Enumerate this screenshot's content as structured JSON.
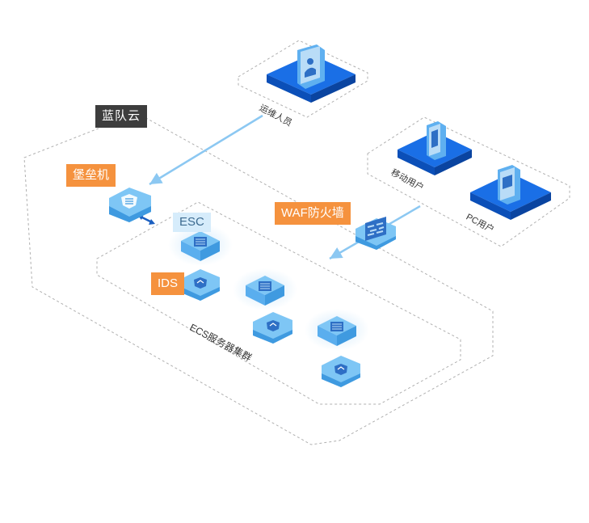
{
  "labels": {
    "cloud": "蓝队云",
    "bastion": "堡垒机",
    "esc": "ESC",
    "ids": "IDS",
    "waf": "WAF防火墙",
    "ops": "运维人员",
    "mobile": "移动用户",
    "pc": "PC用户",
    "cluster": "ECS服务器集群"
  },
  "colors": {
    "platform_top": "#1a6fe6",
    "platform_side": "#0b4fb8",
    "server_top": "#7ec6f5",
    "server_side": "#3f9ae0",
    "arrow": "#8cc8f2",
    "dashed": "#b0b0b0",
    "orange": "#f5923e",
    "dark": "#3d3d3d"
  },
  "icons": [
    "bastion-shield-icon",
    "server-stack-icon",
    "ids-shield-icon",
    "firewall-icon",
    "person-card-icon",
    "mobile-phone-icon",
    "pc-monitor-icon"
  ]
}
